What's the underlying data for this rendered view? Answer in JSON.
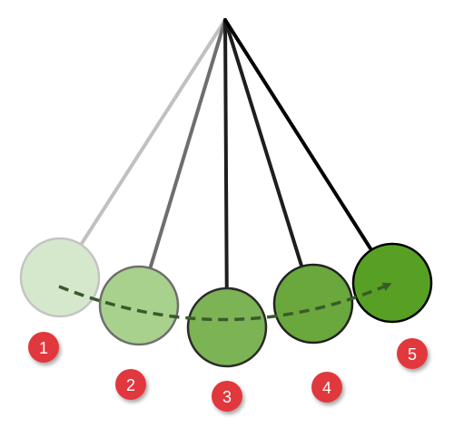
{
  "pendulum": {
    "positions": [
      {
        "label": "1",
        "string_color": "#c0c0c0",
        "bob_fill": "#d5e8cc",
        "bob_stroke": "#c4c4c4"
      },
      {
        "label": "2",
        "string_color": "#6e6e6e",
        "bob_fill": "#a9d18e",
        "bob_stroke": "#6e6e6e"
      },
      {
        "label": "3",
        "string_color": "#1e1e1e",
        "bob_fill": "#7cb354",
        "bob_stroke": "#2a2a2a"
      },
      {
        "label": "4",
        "string_color": "#1e1e1e",
        "bob_fill": "#6aa73c",
        "bob_stroke": "#222222"
      },
      {
        "label": "5",
        "string_color": "#000000",
        "bob_fill": "#57a024",
        "bob_stroke": "#000000"
      }
    ],
    "badge_color": "#e0393e",
    "arrow_color": "#3a5a2a"
  }
}
